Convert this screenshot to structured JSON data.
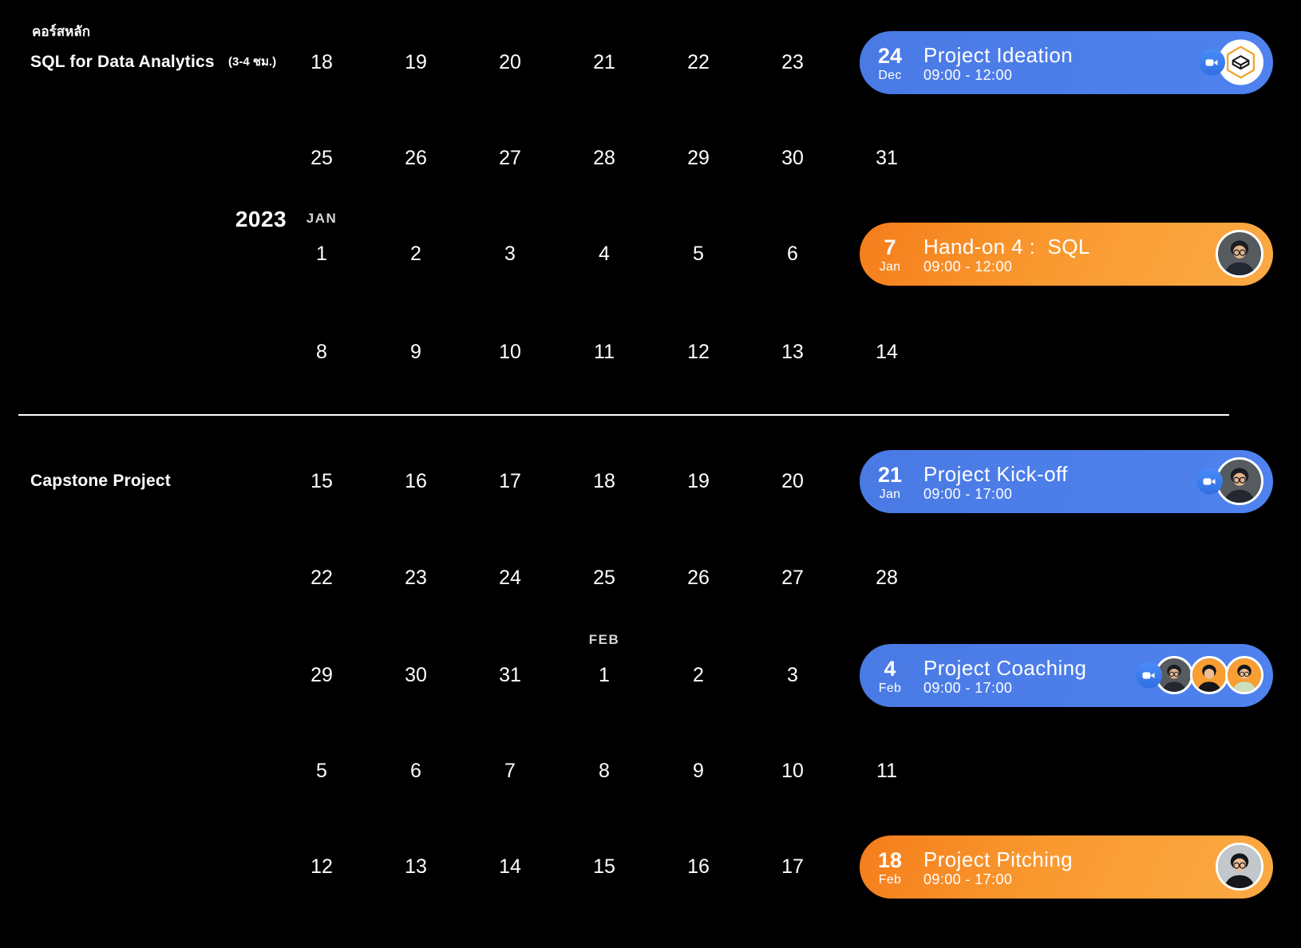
{
  "header": {
    "kicker": "คอร์สหลัก",
    "course1_title": "SQL for Data Analytics",
    "course1_note": "(3-4 ชม.)",
    "course2_title": "Capstone Project"
  },
  "calendar": {
    "year": "2023",
    "month_labels": [
      {
        "label": "JAN",
        "col": 0,
        "row": 2
      },
      {
        "label": "FEB",
        "col": 3,
        "row": 6
      }
    ],
    "rows": [
      {
        "row": 0,
        "start_col": 0,
        "days": [
          "18",
          "19",
          "20",
          "21",
          "22",
          "23"
        ]
      },
      {
        "row": 1,
        "start_col": 0,
        "days": [
          "25",
          "26",
          "27",
          "28",
          "29",
          "30",
          "31"
        ]
      },
      {
        "row": 2,
        "start_col": 0,
        "days": [
          "1",
          "2",
          "3",
          "4",
          "5",
          "6"
        ]
      },
      {
        "row": 3,
        "start_col": 0,
        "days": [
          "8",
          "9",
          "10",
          "11",
          "12",
          "13",
          "14"
        ]
      },
      {
        "row": 4,
        "start_col": 0,
        "days": [
          "15",
          "16",
          "17",
          "18",
          "19",
          "20"
        ]
      },
      {
        "row": 5,
        "start_col": 0,
        "days": [
          "22",
          "23",
          "24",
          "25",
          "26",
          "27",
          "28"
        ]
      },
      {
        "row": 6,
        "start_col": 0,
        "days": [
          "29",
          "30",
          "31",
          "1",
          "2",
          "3"
        ]
      },
      {
        "row": 7,
        "start_col": 0,
        "days": [
          "5",
          "6",
          "7",
          "8",
          "9",
          "10",
          "11"
        ]
      },
      {
        "row": 8,
        "start_col": 0,
        "days": [
          "12",
          "13",
          "14",
          "15",
          "16",
          "17"
        ]
      }
    ]
  },
  "events": [
    {
      "day": "24",
      "month": "Dec",
      "title": "Project Ideation",
      "time": "09:00 - 12:00",
      "style": "blue",
      "row": 0,
      "icons": [
        {
          "kind": "zoom-icon"
        },
        {
          "kind": "logo-hexagon"
        }
      ]
    },
    {
      "day": "7",
      "month": "Jan",
      "title": "Hand-on 4 :  SQL",
      "time": "09:00 - 12:00",
      "style": "orange",
      "row": 2,
      "icons": [
        {
          "kind": "avatar",
          "variant": "a",
          "size": "lg"
        }
      ]
    },
    {
      "day": "21",
      "month": "Jan",
      "title": "Project Kick-off",
      "time": "09:00 - 17:00",
      "style": "blue",
      "row": 4,
      "icons": [
        {
          "kind": "zoom-icon"
        },
        {
          "kind": "avatar",
          "variant": "a",
          "size": "lg"
        }
      ]
    },
    {
      "day": "4",
      "month": "Feb",
      "title": "Project Coaching",
      "time": "09:00 - 17:00",
      "style": "blue",
      "row": 6,
      "icons": [
        {
          "kind": "zoom-icon"
        },
        {
          "kind": "avatar",
          "variant": "a",
          "size": "sm"
        },
        {
          "kind": "avatar",
          "variant": "b",
          "size": "sm"
        },
        {
          "kind": "avatar",
          "variant": "c",
          "size": "sm"
        }
      ]
    },
    {
      "day": "18",
      "month": "Feb",
      "title": "Project Pitching",
      "time": "09:00 - 17:00",
      "style": "orange",
      "row": 8,
      "icons": [
        {
          "kind": "avatar",
          "variant": "d",
          "size": "lg"
        }
      ]
    }
  ],
  "colors": {
    "background": "#000000",
    "text": "#ffffff",
    "pill_blue": "#4c7ee8",
    "pill_orange_deep": "#f57d1c",
    "pill_orange_light": "#fbaa45",
    "zoom_blue": "#3c7ef5",
    "logo_hex_orange": "#f2a227"
  },
  "avatars": {
    "a": {
      "bg": "#565b60",
      "skin": "#e3b289",
      "shirt": "#23272f",
      "hair": "#1a1d21",
      "glasses": true
    },
    "b": {
      "bg": "#f89e33",
      "skin": "#eebd93",
      "shirt": "#151618",
      "hair": "#141518",
      "glasses": false
    },
    "c": {
      "bg": "#f89e33",
      "skin": "#eebd93",
      "shirt": "#cde0bd",
      "hair": "#141518",
      "glasses": true
    },
    "d": {
      "bg": "#c2c7cb",
      "skin": "#eebd93",
      "shirt": "#16171b",
      "hair": "#141518",
      "glasses": true
    }
  }
}
